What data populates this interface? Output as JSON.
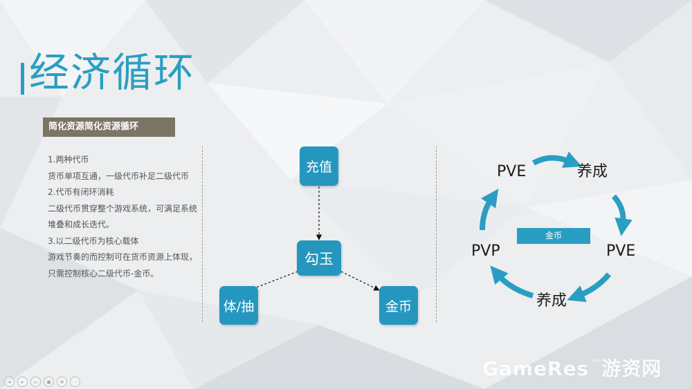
{
  "slide": {
    "title": "经济循环",
    "subtitle": "简化资源简化资源循环",
    "description": [
      "1.两种代币",
      "货币单项互通，一级代币补足二级代币",
      "2.代币有闭环消耗",
      "二级代币贯穿整个游戏系统，可满足系统堆叠和成长迭代。",
      "3.以二级代币为核心载体",
      "游戏节奏的而控制可在货币资源上体现，只需控制核心二级代币-金币。"
    ]
  },
  "flow": {
    "recharge": "充值",
    "gouyu": "勾玉",
    "stamina_draw": "体/抽",
    "gold": "金币"
  },
  "cycle": {
    "pve_top": "PVE",
    "growth_top": "养成",
    "pvp": "PVP",
    "pve_right": "PVE",
    "growth_bottom": "养成",
    "center_badge": "金币"
  },
  "watermark": {
    "text": "GameRes",
    "site": "游资网",
    "small": "com"
  },
  "toolbar": {
    "items": [
      "◂",
      "▸",
      "▭",
      "▣",
      "⊕",
      "⋯"
    ]
  },
  "colors": {
    "accent": "#2a9ec2",
    "node": "#2597bf",
    "subtitle_bg": "#7b7566"
  }
}
